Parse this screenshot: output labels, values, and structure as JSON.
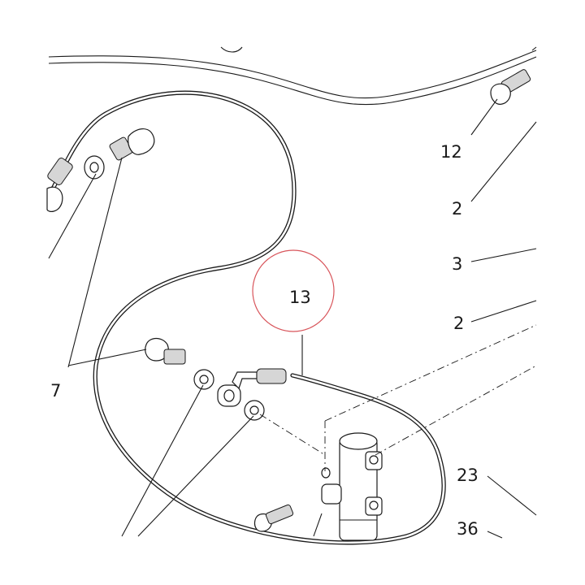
{
  "diagram": {
    "labels": {
      "part_13": "13",
      "part_12": "12",
      "part_2_upper": "2",
      "part_3": "3",
      "part_2_lower": "2",
      "part_7": "7",
      "part_23": "23",
      "part_36": "36"
    },
    "highlighted_part": "13",
    "colors": {
      "line": "#1a1a1a",
      "highlight_circle": "#d8555b",
      "background": "#ffffff"
    }
  }
}
